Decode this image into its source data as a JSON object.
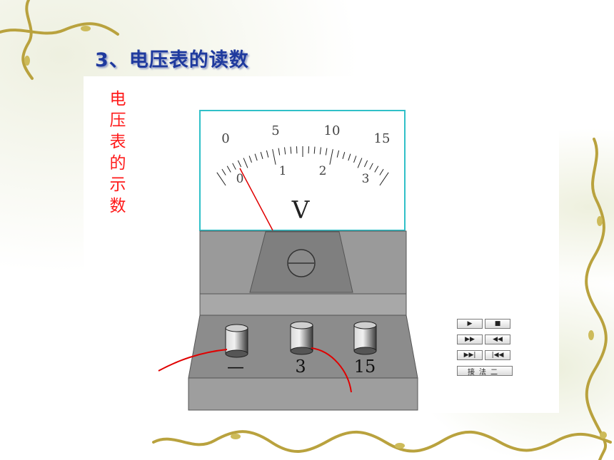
{
  "slide": {
    "title": "3、电压表的读数",
    "side_label": [
      "电",
      "压",
      "表",
      "的",
      "示",
      "数"
    ]
  },
  "meter": {
    "upper_scale_labels": [
      "0",
      "5",
      "10",
      "15"
    ],
    "lower_scale_labels": [
      "0",
      "1",
      "2",
      "3"
    ],
    "unit_label": "V",
    "terminal_labels": [
      "—",
      "3",
      "15"
    ]
  },
  "controls": {
    "play_icon": "play-icon",
    "stop_icon": "stop-icon",
    "fast_forward_icon": "fast-forward-icon",
    "rewind_icon": "rewind-icon",
    "next_icon": "skip-next-icon",
    "prev_icon": "skip-prev-icon",
    "method_button_label": "接法二"
  },
  "colors": {
    "title": "#1f3a9e",
    "side_label": "#ff1a1a",
    "wire": "#e00000",
    "dial_border": "#30c0c8",
    "meter_body": "#9a9a9a",
    "vine": "#b8a040"
  }
}
